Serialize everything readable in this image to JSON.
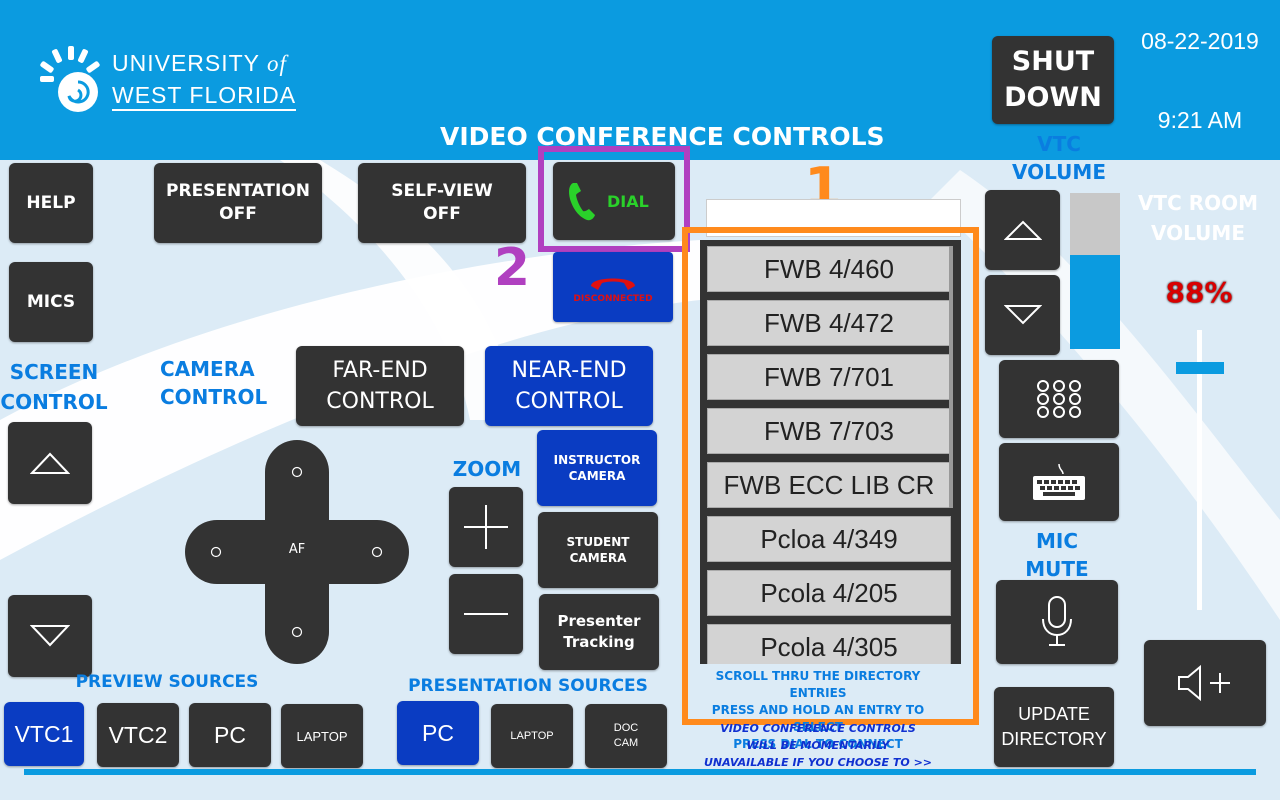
{
  "header": {
    "logo_line1": "UNIVERSITY",
    "logo_of": "of",
    "logo_line2": "WEST FLORIDA",
    "page_title": "VIDEO CONFERENCE CONTROLS",
    "date": "08-22-2019",
    "time": "9:21 AM",
    "shutdown_line1": "SHUT",
    "shutdown_line2": "DOWN"
  },
  "colors": {
    "header_blue": "#0b9be0",
    "label_blue": "#0a7de0",
    "button_dark": "#333333",
    "button_blue": "#0a3cc2",
    "annotation_orange": "#ff8a1c",
    "annotation_purple": "#b040c0",
    "volume_text_red": "#d80000"
  },
  "left": {
    "help": "HELP",
    "mics": "MICS",
    "screen_control": [
      "SCREEN",
      "CONTROL"
    ]
  },
  "toolbar": {
    "presentation": [
      "PRESENTATION",
      "OFF"
    ],
    "selfview": [
      "SELF-VIEW",
      "OFF"
    ],
    "dial": "DIAL",
    "disconnected": "DISCONNECTED"
  },
  "camera": {
    "label": [
      "CAMERA",
      "CONTROL"
    ],
    "far_end": [
      "FAR-END",
      "CONTROL"
    ],
    "near_end": [
      "NEAR-END",
      "CONTROL"
    ],
    "instructor": [
      "INSTRUCTOR",
      "CAMERA"
    ],
    "student": [
      "STUDENT",
      "CAMERA"
    ],
    "presenter": [
      "Presenter",
      "Tracking"
    ],
    "zoom": "ZOOM",
    "af": "AF"
  },
  "annotations": {
    "one": "1",
    "two": "2"
  },
  "directory": {
    "search_value": "",
    "entries": [
      "FWB 4/460",
      "FWB 4/472",
      "FWB 7/701",
      "FWB 7/703",
      "FWB ECC LIB CR",
      "Pcloa 4/349",
      "Pcola 4/205",
      "Pcola 4/305"
    ],
    "instructions": [
      "SCROLL THRU THE DIRECTORY ENTRIES",
      "PRESS AND HOLD AN ENTRY TO SELECT",
      "PRESS DIAL TO CONNECT"
    ],
    "warning": [
      "VIDEO CONFERENCE CONTROLS",
      "WILL BE MOMENTARILY",
      "UNAVAILABLE IF YOU CHOOSE TO >>"
    ],
    "update": [
      "UPDATE",
      "DIRECTORY"
    ]
  },
  "right": {
    "vtc_volume": [
      "VTC",
      "VOLUME"
    ],
    "vtc_volume_level": 0.6,
    "room_volume_label": [
      "VTC ROOM",
      "VOLUME"
    ],
    "room_volume": "88%",
    "room_volume_level": 0.88,
    "mic_mute": [
      "MIC",
      "MUTE"
    ]
  },
  "sources": {
    "preview_label": "PREVIEW SOURCES",
    "preview": [
      "VTC1",
      "VTC2",
      "PC",
      "LAPTOP"
    ],
    "presentation_label": "PRESENTATION SOURCES",
    "presentation": [
      "PC",
      "LAPTOP"
    ],
    "doc_cam": [
      "DOC",
      "CAM"
    ]
  },
  "icons": [
    "logo-sunburst-icon",
    "phone-icon",
    "hangup-icon",
    "up-arrow-icon",
    "down-arrow-icon",
    "plus-icon",
    "minus-icon",
    "keypad-icon",
    "keyboard-icon",
    "microphone-icon",
    "speaker-plus-icon"
  ]
}
